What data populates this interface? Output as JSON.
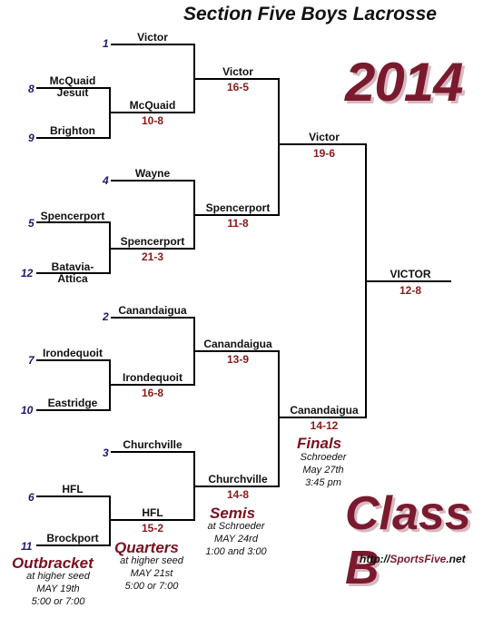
{
  "title": "Section Five Boys Lacrosse",
  "year": "2014",
  "class_label": "Class B",
  "site": {
    "prefix": "http://",
    "brand": "SportsFive",
    "suffix": ".net"
  },
  "seeds": [
    "1",
    "8",
    "9",
    "4",
    "5",
    "12",
    "2",
    "7",
    "10",
    "3",
    "6",
    "11"
  ],
  "first_round_teams": [
    "Victor",
    "McQuaid",
    "Jesuit",
    "Brighton",
    "Wayne",
    "Spencerport",
    "Batavia-",
    "Attica",
    "Canandaigua",
    "Irondequoit",
    "Eastridge",
    "Churchville",
    "HFL",
    "Brockport"
  ],
  "outbracket_winners": [
    {
      "team": "McQuaid",
      "score": "10-8"
    },
    {
      "team": "Spencerport",
      "score": "21-3"
    },
    {
      "team": "Irondequoit",
      "score": "16-8"
    },
    {
      "team": "HFL",
      "score": "15-2"
    }
  ],
  "quarter_winners": [
    {
      "team": "Victor",
      "score": "16-5"
    },
    {
      "team": "Spencerport",
      "score": "11-8"
    },
    {
      "team": "Canandaigua",
      "score": "13-9"
    },
    {
      "team": "Churchville",
      "score": "14-8"
    }
  ],
  "semi_winners": [
    {
      "team": "Victor",
      "score": "19-6"
    },
    {
      "team": "Canandaigua",
      "score": "14-12"
    }
  ],
  "champion": {
    "team": "VICTOR",
    "score": "12-8"
  },
  "rounds": {
    "outbracket": {
      "name": "Outbracket",
      "line1": "at higher seed",
      "line2": "MAY 19th",
      "line3": "5:00 or 7:00"
    },
    "quarters": {
      "name": "Quarters",
      "line1": "at higher seed",
      "line2": "MAY 21st",
      "line3": "5:00 or 7:00"
    },
    "semis": {
      "name": "Semis",
      "line1": "at Schroeder",
      "line2": "MAY 24rd",
      "line3": "1:00 and 3:00"
    },
    "finals": {
      "name": "Finals",
      "line1": "Schroeder",
      "line2": "May 27th",
      "line3": "3:45 pm"
    }
  }
}
